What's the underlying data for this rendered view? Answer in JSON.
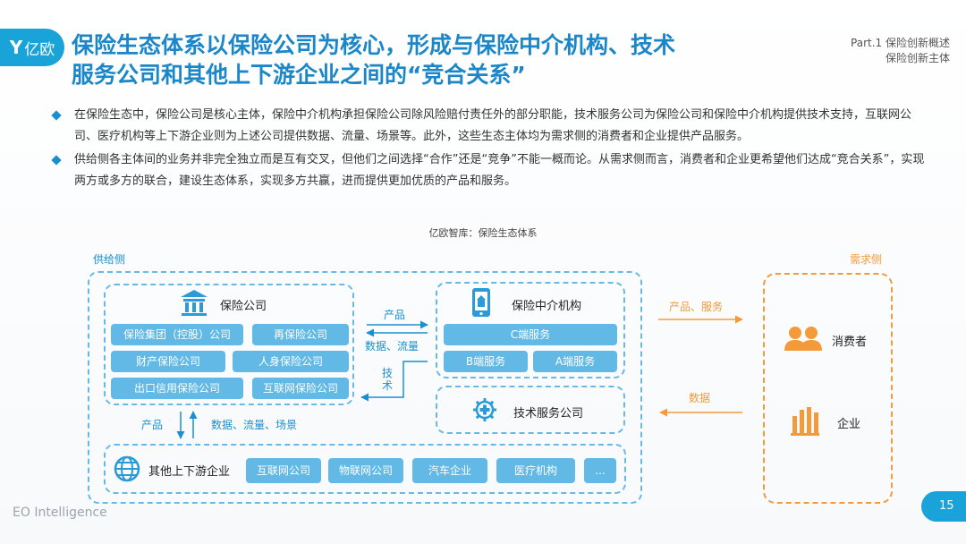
{
  "brand": {
    "logo_text": "亿欧"
  },
  "title": {
    "line1": "保险生态体系以保险公司为核心，形成与保险中介机构、技术",
    "line2": "服务公司和其他上下游企业之间的“竞合关系”"
  },
  "part": {
    "line1": "Part.1 保险创新概述",
    "line2": "保险创新主体"
  },
  "bullets": [
    "在保险生态中，保险公司是核心主体，保险中介机构承担保险公司除风险赔付责任外的部分职能，技术服务公司为保险公司和保险中介机构提供技术支持，互联网公司、医疗机构等上下游企业则为上述公司提供数据、流量、场景等。此外，这些生态主体均为需求侧的消费者和企业提供产品服务。",
    "供给侧各主体间的业务并非完全独立而是互有交叉，但他们之间选择“合作”还是“竞争”不能一概而论。从需求侧而言，消费者和企业更希望他们达成“竞合关系”，实现两方或多方的联合，建设生态体系，实现多方共赢，进而提供更加优质的产品和服务。"
  ],
  "diagram": {
    "caption": "亿欧智库：保险生态体系",
    "supply_label": "供给侧",
    "demand_label": "需求侧",
    "insurer": {
      "title": "保险公司",
      "items": [
        "保险集团（控股）公司",
        "再保险公司",
        "财产保险公司",
        "人身保险公司",
        "出口信用保险公司",
        "互联网保险公司"
      ]
    },
    "intermediary": {
      "title": "保险中介机构",
      "c_service": "C端服务",
      "b_service": "B端服务",
      "a_service": "A端服务"
    },
    "tech": {
      "title": "技术服务公司"
    },
    "upstream": {
      "title": "其他上下游企业",
      "items": [
        "互联网公司",
        "物联网公司",
        "汽车企业",
        "医疗机构",
        "..."
      ]
    },
    "flows": {
      "product": "产品",
      "data_traffic": "数据、流量",
      "tech": "技术",
      "product_down": "产品",
      "data_up": "数据、流量、场景",
      "product_service": "产品、服务",
      "data": "数据"
    },
    "demand": {
      "consumer": "消费者",
      "enterprise": "企业"
    }
  },
  "footer": {
    "brand": "EO Intelligence",
    "page": "15"
  },
  "colors": {
    "blue": "#1aa3d9",
    "chip": "#62b9e5",
    "orange": "#f39a3a"
  }
}
